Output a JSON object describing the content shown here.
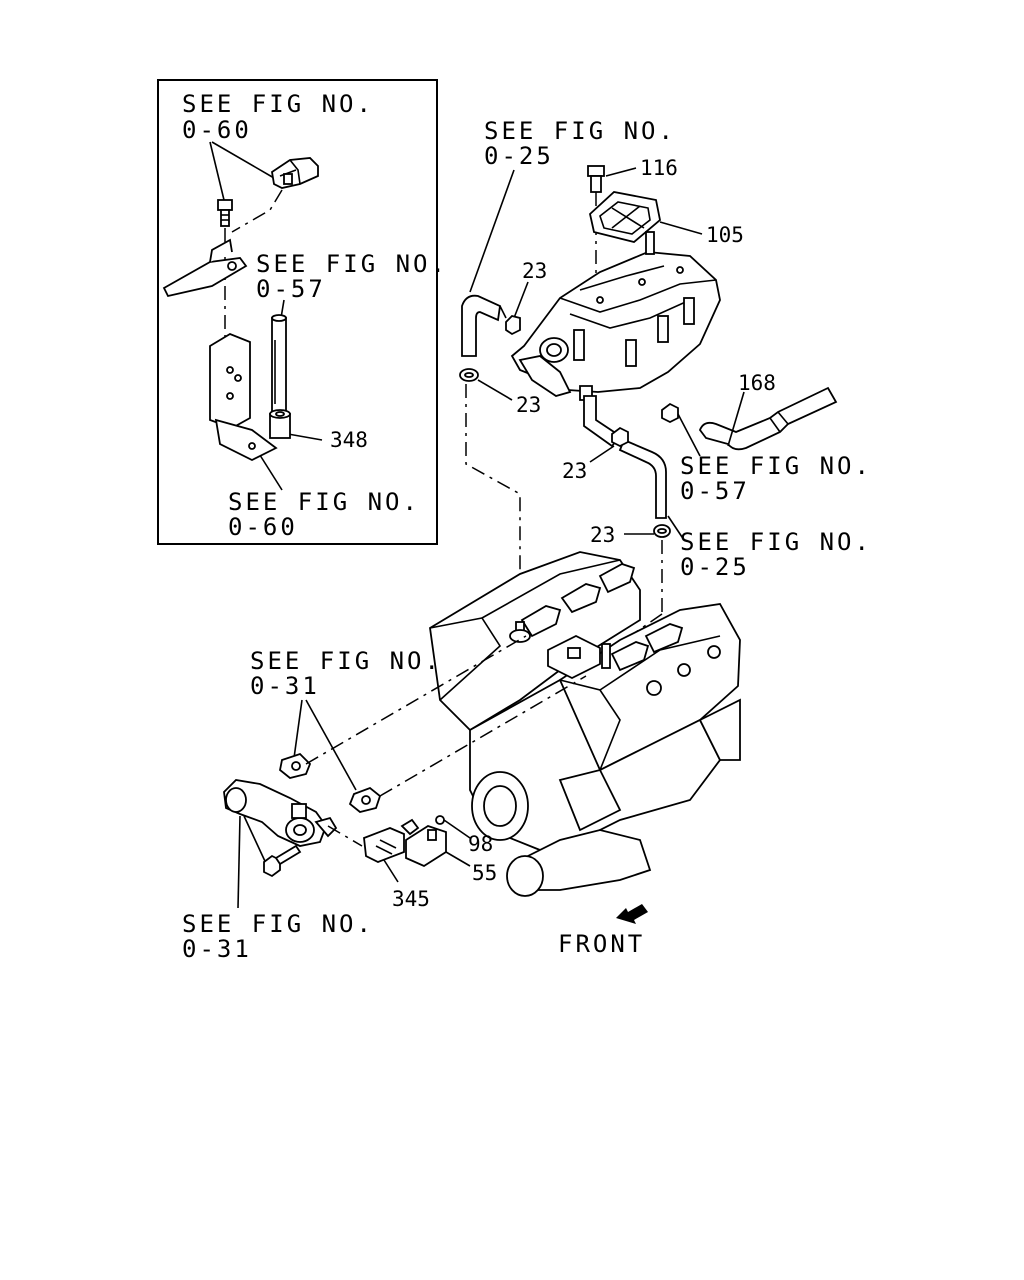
{
  "refs": {
    "inset_top": [
      "SEE FIG NO.",
      "0-60"
    ],
    "inset_mid": [
      "SEE FIG NO.",
      "0-57"
    ],
    "inset_bottom": [
      "SEE FIG NO.",
      "0-60"
    ],
    "top_hose": [
      "SEE FIG NO.",
      "0-25"
    ],
    "right_hose": [
      "SEE FIG NO.",
      "0-57"
    ],
    "right_pipe": [
      "SEE FIG NO.",
      "0-25"
    ],
    "left_gasket": [
      "SEE FIG NO.",
      "0-31"
    ],
    "left_bottom": [
      "SEE FIG NO.",
      "0-31"
    ]
  },
  "parts": {
    "p116": "116",
    "p105": "105",
    "p23a": "23",
    "p23b": "23",
    "p23c": "23",
    "p23d": "23",
    "p168": "168",
    "p348": "348",
    "p98": "98",
    "p55": "55",
    "p345": "345"
  },
  "front_label": "FRONT"
}
